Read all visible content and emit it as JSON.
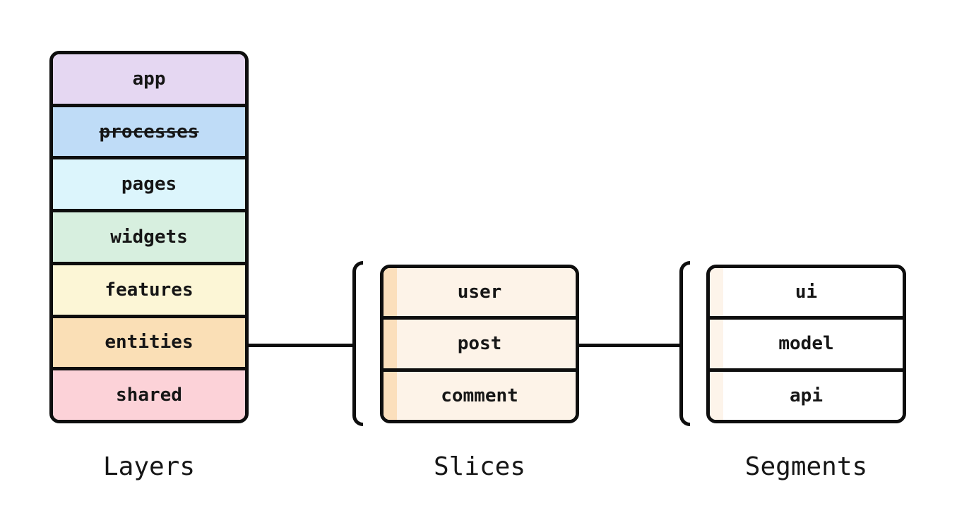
{
  "canvas": {
    "background": "#ffffff",
    "stroke_color": "#0e0e0e",
    "text_color": "#161616"
  },
  "layers": {
    "caption": "Layers",
    "items": [
      {
        "label": "app",
        "color": "#e5d7f2",
        "deprecated": false
      },
      {
        "label": "processes",
        "color": "#bfdcf7",
        "deprecated": true
      },
      {
        "label": "pages",
        "color": "#dcf5fc",
        "deprecated": false
      },
      {
        "label": "widgets",
        "color": "#d7efdf",
        "deprecated": false
      },
      {
        "label": "features",
        "color": "#fcf6d6",
        "deprecated": false
      },
      {
        "label": "entities",
        "color": "#fadfb6",
        "deprecated": false
      },
      {
        "label": "shared",
        "color": "#fcd2d8",
        "deprecated": false
      }
    ]
  },
  "slices": {
    "caption": "Slices",
    "row_color": "#fdf3e8",
    "strip_color": "#fbdfbc",
    "items": [
      {
        "label": "user"
      },
      {
        "label": "post"
      },
      {
        "label": "comment"
      }
    ]
  },
  "segments": {
    "caption": "Segments",
    "row_color": "#ffffff",
    "strip_color": "#fdf4ea",
    "items": [
      {
        "label": "ui"
      },
      {
        "label": "model"
      },
      {
        "label": "api"
      }
    ]
  }
}
